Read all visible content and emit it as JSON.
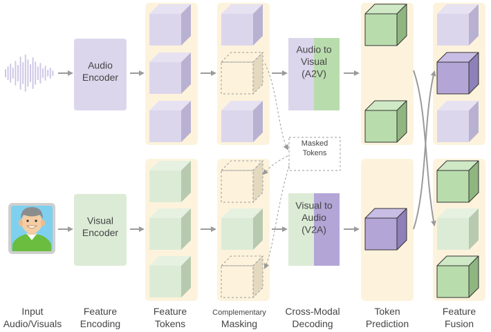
{
  "colors": {
    "audio_front": "#dcd6ec",
    "audio_top": "#e7e2f2",
    "audio_side": "#b9b1d1",
    "visual_front": "#dcebd6",
    "visual_top": "#e6f1e1",
    "visual_side": "#b7c9af",
    "strong_audio_front": "#b3a5d6",
    "strong_audio_top": "#c8bde4",
    "strong_audio_side": "#8e80b8",
    "strong_visual_front": "#b9dcad",
    "strong_visual_top": "#cfe8c5",
    "strong_visual_side": "#8fb680",
    "column_bg": "#fdf3dc",
    "arrow": "#9a9a9a"
  },
  "encoders": {
    "audio": "Audio\nEncoder",
    "visual": "Visual\nEncoder"
  },
  "decoders": {
    "a2v": "Audio to\nVisual\n(A2V)",
    "v2a": "Visual to\nAudio\n(V2A)"
  },
  "masked_tokens_label": "Masked\nTokens",
  "stage_labels": [
    "Input\nAudio/Visuals",
    "Feature\nEncoding",
    "Feature\nTokens",
    "Complementary\nMasking",
    "Cross-Modal\nDecoding",
    "Token\nPrediction",
    "Feature\nFusion"
  ],
  "icons": [
    "waveform-icon",
    "face-avatar-icon"
  ]
}
